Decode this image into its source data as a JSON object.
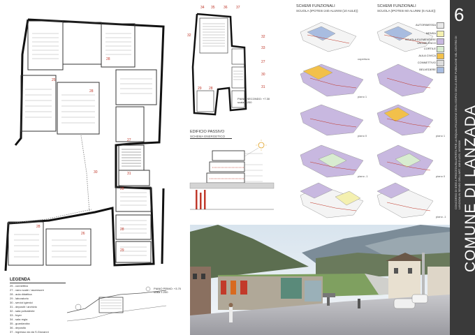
{
  "panel_number": "6",
  "title": "COMUNE DI LANZADA",
  "description": "CONCORSO DI IDEE A PROCEDURA APERTA PER LA RIQUALIFICAZIONE DEGLI EDIFICI DELLE AREE PUBBLICHE NEL CENTRO DI LANZADA IN SENSO DELL'ART. 108 D.LGS. 163/2006",
  "legend": {
    "title": "LEGENDA",
    "items": [
      "25 - connettivo",
      "27 - vano scale / ascensore",
      "28 - aula didattica",
      "29 - laboratorio",
      "30 - servizi igienici",
      "31 - depositi / archivio",
      "",
      "32 - sala polivalente",
      "33 - foyer",
      "34 - sala regia",
      "35 - guardaroba",
      "36 - deposito",
      "37 - ingresso da via S.Giovanni"
    ]
  },
  "ground_plan_caption": "PIANO PRIMO: +3.70\nscala 1:200",
  "second_plan_caption": "PIANO SECONDO: +7.30\nscala 1:200",
  "passive": {
    "title": "EDIFICIO PASSIVO",
    "subtitle": "SCHEMA ENERGETICO"
  },
  "schemes_left": {
    "title": "SCHEMI FUNZIONALI",
    "subtitle": "SCUOLA (IPOTESI 240 ALUNNI (10 AULE))"
  },
  "schemes_right": {
    "title": "SCHEMI FUNZIONALI",
    "subtitle": "SCUOLA (IPOTESI 60 ALUNNI (6 AULE))"
  },
  "key": [
    {
      "label": "AUTORIMESSA",
      "color": "#e8e8e8"
    },
    {
      "label": "MENSA",
      "color": "#f4f0b0"
    },
    {
      "label": "SCUOLA ELEMENTARE\nVALMALENCO",
      "color": "#c8b8e0"
    },
    {
      "label": "CORTILE",
      "color": "#d8ecd0"
    },
    {
      "label": "AULA CIVICA",
      "color": "#f2c04a"
    },
    {
      "label": "CONNETTIVO",
      "color": "#dddddd"
    },
    {
      "label": "BELVEDERE",
      "color": "#a8bce0"
    }
  ],
  "diagram_labels": [
    "copertura",
    "piano 1",
    "piano 0",
    "piano -1",
    "piano 1",
    "piano 0",
    "piano -1"
  ],
  "room_numbers": [
    "25",
    "26",
    "27",
    "28",
    "29",
    "30",
    "31",
    "32",
    "33",
    "34",
    "35",
    "36",
    "37"
  ]
}
